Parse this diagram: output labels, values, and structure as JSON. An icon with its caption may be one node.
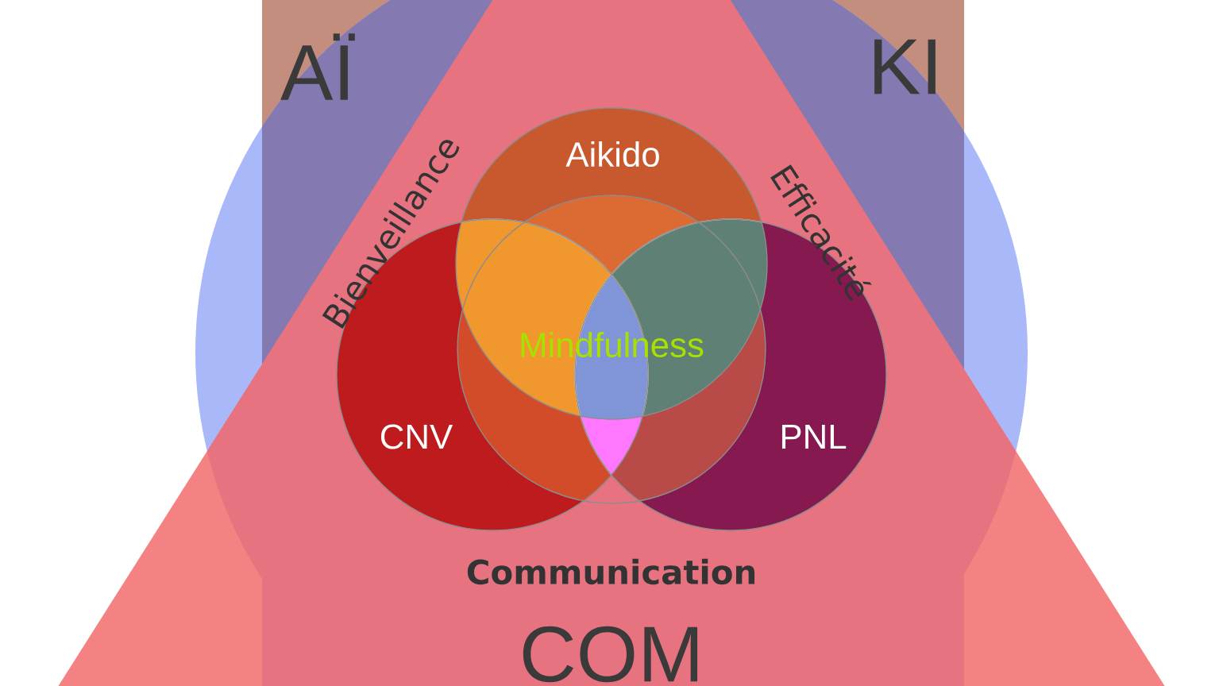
{
  "diagram": {
    "nodes": [
      {
        "text": [
          "Aikido"
        ]
      },
      {
        "text": [
          "CNV"
        ]
      },
      {
        "text": [
          "PNL"
        ]
      },
      {
        "text": [
          "Mindfulness"
        ]
      }
    ],
    "labels": [
      "AÏ",
      "KI",
      "Bienveillance",
      "Efficacité",
      "Communication",
      "COM"
    ]
  }
}
